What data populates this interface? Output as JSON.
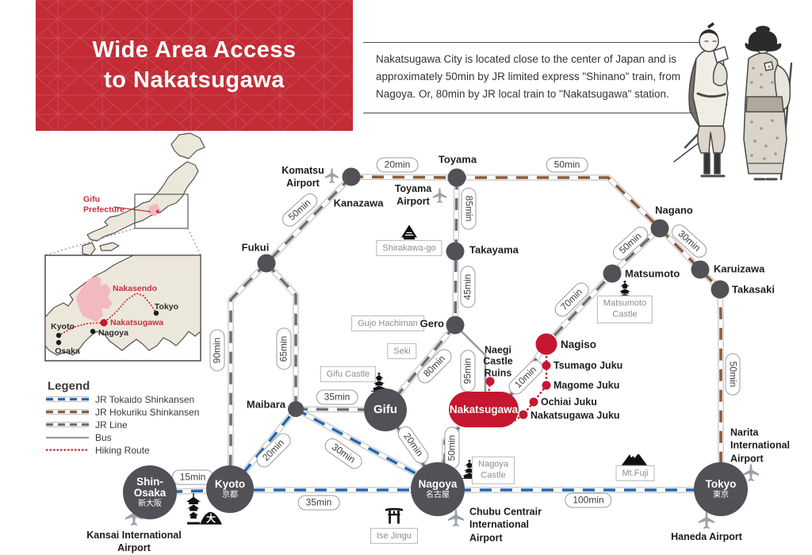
{
  "colors": {
    "banner_red": "#c32b35",
    "accent_red": "#c5172f",
    "tokaido_blue": "#2268ae",
    "hokuriku_brown": "#8a5c3c",
    "jr_gray": "#6e6e74",
    "bus_gray": "#9a9a9a",
    "node_gray": "#515157",
    "land_beige": "#ece7db",
    "gifu_pink": "#f3b9c0"
  },
  "banner": {
    "line1": "Wide Area Access",
    "line2": "to Nakatsugawa"
  },
  "intro": {
    "text": "Nakatsugawa City is located close to the center of Japan and is approximately 50min by JR limited express \"Shinano\" train, from Nagoya. Or, 80min by JR local train to \"Nakatsugawa\" station."
  },
  "locator": {
    "prefecture": "Gifu\nPrefecture",
    "nakasendo": "Nakasendo",
    "nakatsugawa": "Nakatsugawa",
    "cities": [
      "Kyoto",
      "Osaka",
      "Nagoya",
      "Tokyo"
    ]
  },
  "legend": {
    "title": "Legend",
    "items": [
      "JR Tokaido Shinkansen",
      "JR Hokuriku Shinkansen",
      "JR Line",
      "Bus",
      "Hiking Route"
    ]
  },
  "map": {
    "hubs": [
      {
        "en": "Shin-\nOsaka",
        "jp": "新大阪"
      },
      {
        "en": "Kyoto",
        "jp": "京都"
      },
      {
        "en": "Nagoya",
        "jp": "名古屋"
      },
      {
        "en": "Tokyo",
        "jp": "東京"
      },
      {
        "en": "Gifu",
        "jp": ""
      }
    ],
    "stations": [
      "Kanazawa",
      "Toyama",
      "Takayama",
      "Gero",
      "Fukui",
      "Maibara",
      "Nagano",
      "Matsumoto",
      "Karuizawa",
      "Takasaki"
    ],
    "red_stations": {
      "nagiso": "Nagiso",
      "tsumago": "Tsumago Juku",
      "magome": "Magome Juku",
      "ochiai": "Ochiai Juku",
      "nakatsugawa_juku": "Nakatsugawa Juku",
      "naegi": "Naegi\nCastle\nRuins",
      "nakatsugawa": "Nakatsugawa"
    },
    "pois": [
      "Shirakawa-go",
      "Gujo Hachiman",
      "Seki",
      "Gifu Castle",
      "Matsumoto\nCastle",
      "Nagoya\nCastle",
      "Mt.Fuji",
      "Ise Jingu"
    ],
    "airports": [
      "Komatsu\nAirport",
      "Toyama\nAirport",
      "Kansai International\nAirport",
      "Chubu Centrair\nInternational\nAirport",
      "Narita\nInternational\nAirport",
      "Haneda Airport"
    ],
    "times": [
      "20min",
      "50min",
      "50min",
      "85min",
      "45min",
      "90min",
      "65min",
      "80min",
      "95min",
      "50min",
      "30min",
      "70min",
      "10min",
      "35min",
      "20min",
      "30min",
      "20min",
      "50min",
      "15min",
      "35min",
      "100min",
      "50min"
    ]
  }
}
